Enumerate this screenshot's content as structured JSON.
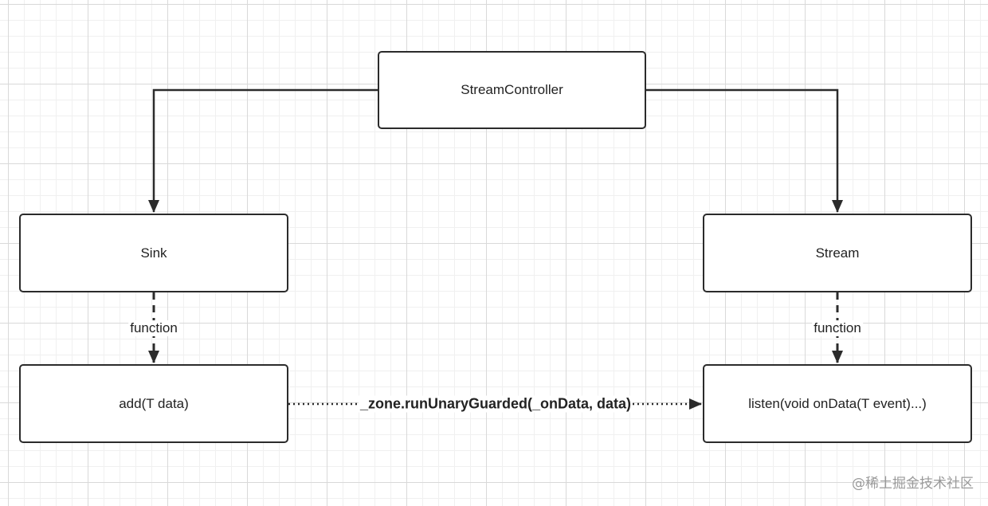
{
  "diagram": {
    "nodes": {
      "controller": "StreamController",
      "sink": "Sink",
      "stream": "Stream",
      "add": "add(T data)",
      "listen": "listen(void onData(T event)...)"
    },
    "edges": {
      "sink_function": "function",
      "stream_function": "function",
      "zone_call": "_zone.runUnaryGuarded(_onData, data)"
    }
  },
  "watermark": "@稀土掘金技术社区",
  "colors": {
    "stroke": "#2b2b2b",
    "grid_major": "#d9d9d9",
    "grid_minor": "#f0f0f0",
    "watermark": "#9a9a9a"
  }
}
